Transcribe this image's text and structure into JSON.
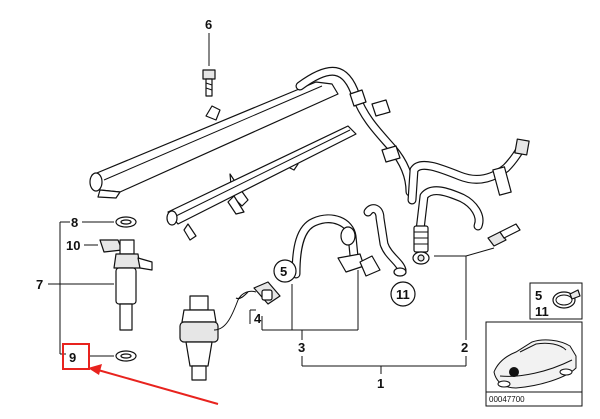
{
  "callouts": {
    "c1": "1",
    "c2": "2",
    "c3": "3",
    "c4": "4",
    "c5": "5",
    "c6": "6",
    "c7": "7",
    "c8": "8",
    "c9": "9",
    "c10": "10",
    "c11": "11"
  },
  "legend_box": {
    "n5": "5",
    "n11": "11"
  },
  "thumbnail": {
    "image_number": "00047700"
  },
  "colors": {
    "highlight": "#e8231e",
    "line": "#111111"
  }
}
